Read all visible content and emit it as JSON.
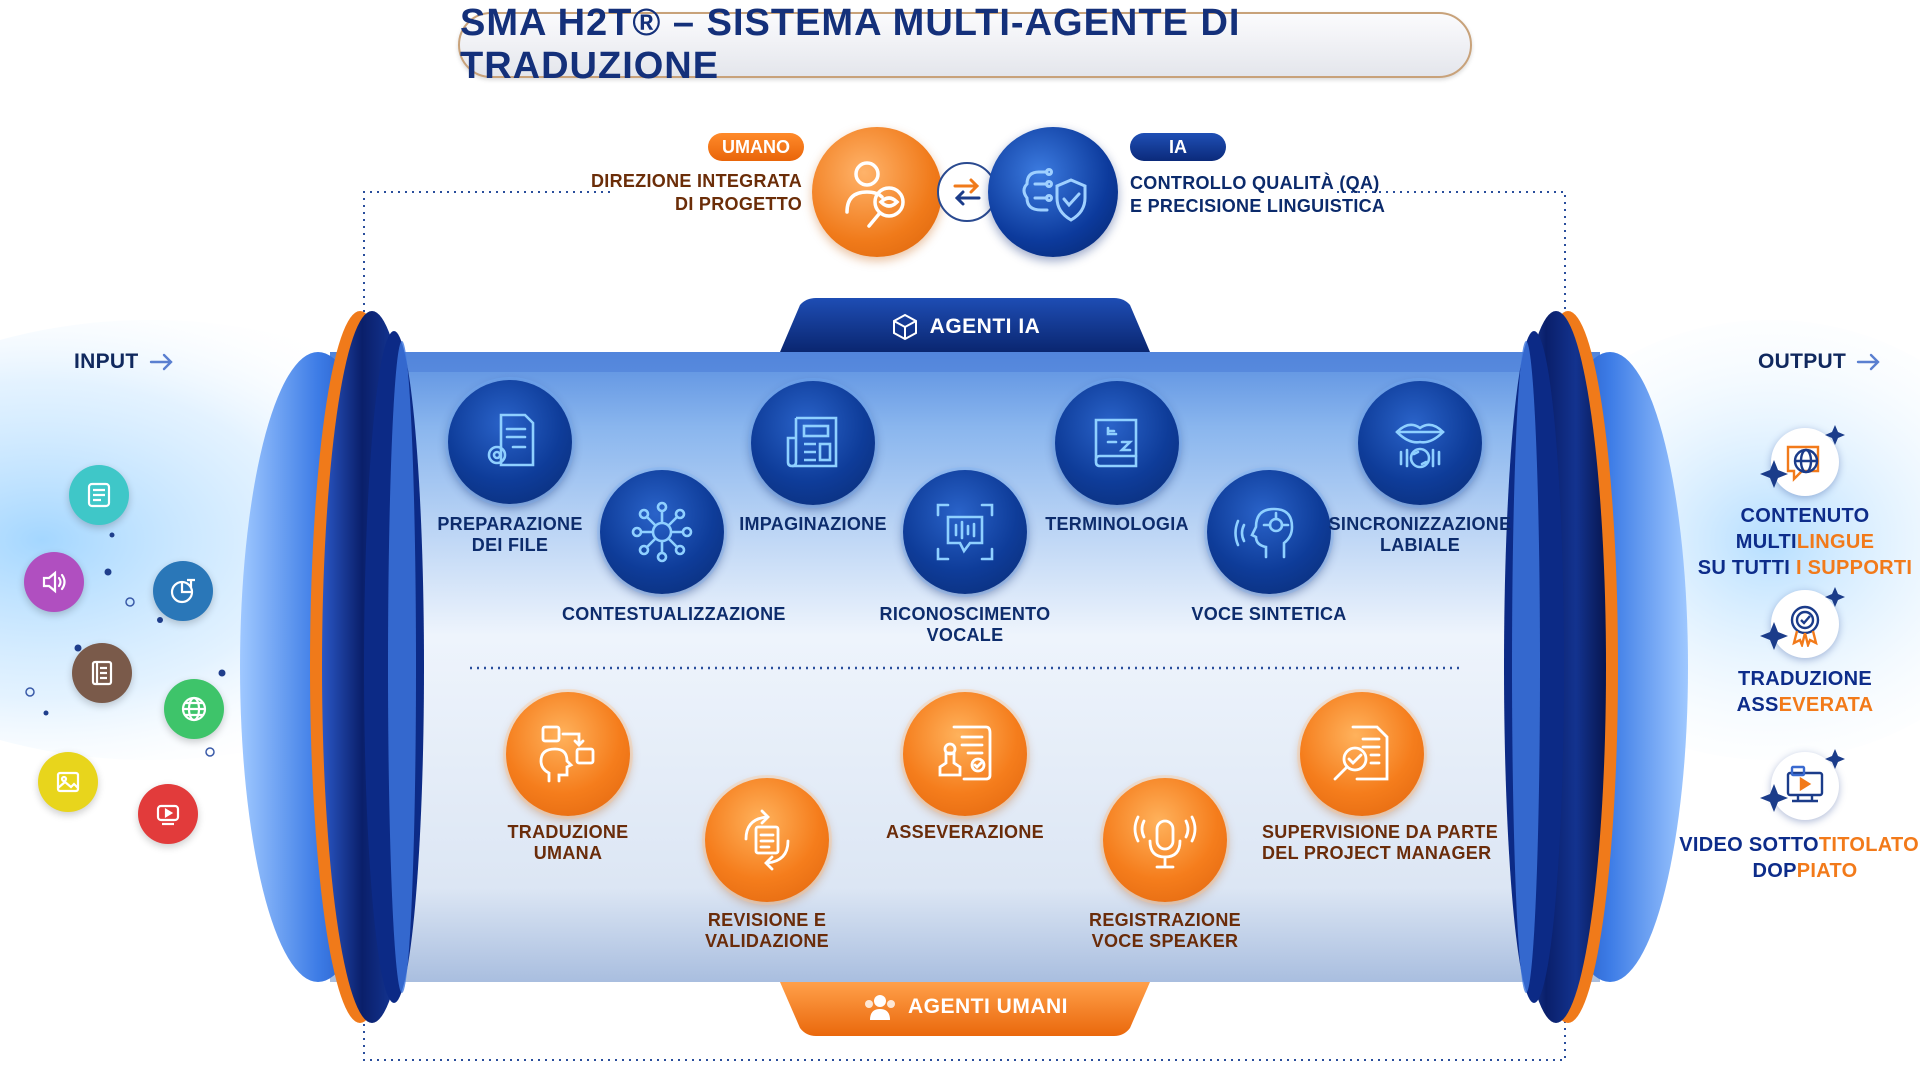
{
  "title": "SMA H2T® – SISTEMA MULTI-AGENTE DI TRADUZIONE",
  "control": {
    "human_tag": "UMANO",
    "human_text": [
      "DIREZIONE INTEGRATA",
      "DI PROGETTO"
    ],
    "ai_tag": "IA",
    "ai_text": [
      "CONTROLLO QUALITÀ (QA)",
      "E PRECISIONE LINGUISTICA"
    ]
  },
  "input_label": "INPUT",
  "output_label": "OUTPUT",
  "ai_banner": "AGENTI IA",
  "human_banner": "AGENTI UMANI",
  "ai_agents": [
    {
      "label": [
        "PREPARAZIONE",
        "DEI FILE"
      ],
      "icon": "file-gear-icon"
    },
    {
      "label": [
        "CONTESTUALIZZAZIONE"
      ],
      "icon": "network-icon"
    },
    {
      "label": [
        "IMPAGINAZIONE"
      ],
      "icon": "newspaper-icon"
    },
    {
      "label": [
        "RICONOSCIMENTO",
        "VOCALE"
      ],
      "icon": "voice-wave-icon"
    },
    {
      "label": [
        "TERMINOLOGIA"
      ],
      "icon": "glossary-book-icon"
    },
    {
      "label": [
        "VOCE SINTETICA"
      ],
      "icon": "ai-head-icon"
    },
    {
      "label": [
        "SINCRONIZZAZIONE",
        "LABIALE"
      ],
      "icon": "lips-sync-icon"
    }
  ],
  "human_agents": [
    {
      "label": [
        "TRADUZIONE",
        "UMANA"
      ],
      "icon": "translator-head-icon"
    },
    {
      "label": [
        "REVISIONE E",
        "VALIDAZIONE"
      ],
      "icon": "review-cycle-icon"
    },
    {
      "label": [
        "ASSEVERAZIONE"
      ],
      "icon": "stamp-icon"
    },
    {
      "label": [
        "REGISTRAZIONE",
        "VOCE SPEAKER"
      ],
      "icon": "microphone-icon"
    },
    {
      "label": [
        "SUPERVISIONE DA PARTE",
        "DEL PROJECT MANAGER"
      ],
      "icon": "document-search-icon"
    }
  ],
  "inputs": [
    {
      "icon": "text-document-icon",
      "color": "#3fc7c8"
    },
    {
      "icon": "speaker-icon",
      "color": "#b04fc0"
    },
    {
      "icon": "pie-chart-icon",
      "color": "#2a77b8"
    },
    {
      "icon": "book-icon",
      "color": "#7a5a4a"
    },
    {
      "icon": "globe-icon",
      "color": "#3ec46a"
    },
    {
      "icon": "image-icon",
      "color": "#e8d51c"
    },
    {
      "icon": "video-play-icon",
      "color": "#e23b3b"
    }
  ],
  "outputs": [
    {
      "parts": [
        {
          "t": "CONTENUTO ",
          "o": false
        },
        {
          "t": "MULTI",
          "o": false
        },
        {
          "t": "LINGUE",
          "o": true
        },
        {
          "t": "\n",
          "o": false
        },
        {
          "t": "SU TUTTI ",
          "o": false
        },
        {
          "t": "I ",
          "o": true
        },
        {
          "t": "SUPPORTI",
          "o": true
        }
      ],
      "icon": "globe-badge-icon"
    },
    {
      "parts": [
        {
          "t": "TRADUZIONE",
          "o": false
        },
        {
          "t": "\n",
          "o": false
        },
        {
          "t": "ASS",
          "o": false
        },
        {
          "t": "EVERATA",
          "o": true
        }
      ],
      "icon": "certified-badge-icon"
    },
    {
      "parts": [
        {
          "t": "VIDEO SOTTO",
          "o": false
        },
        {
          "t": "TITOLATO /",
          "o": true
        },
        {
          "t": "\n",
          "o": false
        },
        {
          "t": "DOP",
          "o": false
        },
        {
          "t": "PIATO",
          "o": true
        }
      ],
      "icon": "video-presenter-icon"
    }
  ],
  "colors": {
    "navy": "#0b2a72",
    "orange": "#f27a1a",
    "label_blue": "#0d2c6c",
    "label_brown": "#6a2c0a"
  }
}
